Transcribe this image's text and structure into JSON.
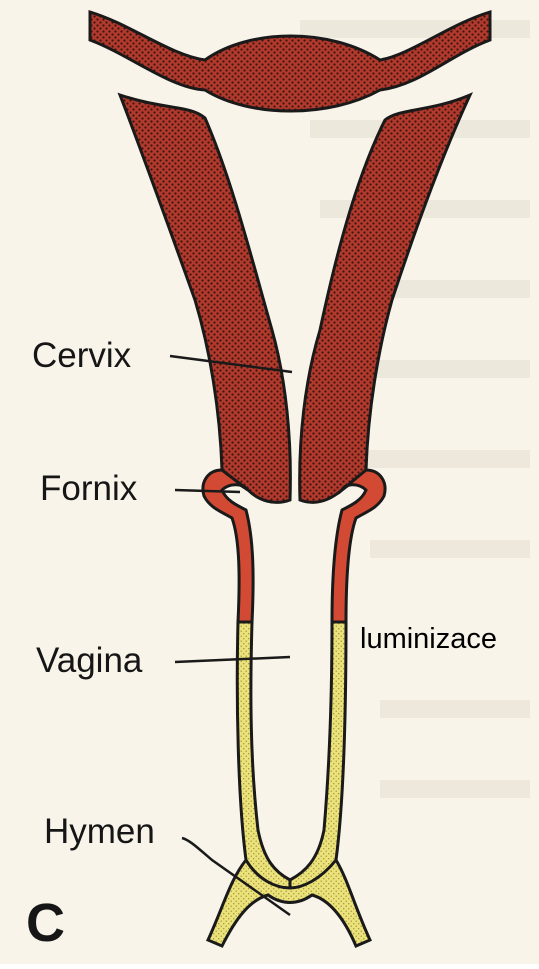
{
  "figure": {
    "panel_letter": "C",
    "labels": {
      "cervix": "Cervix",
      "fornix": "Fornix",
      "vagina": "Vagina",
      "hymen": "Hymen",
      "luminization": "luminizace"
    }
  },
  "colors": {
    "background": "#f8f4e9",
    "uterine_tissue": "#b23a2c",
    "upper_vagina_tissue": "#d24a33",
    "sinovaginal_tissue": "#ece27a",
    "outline": "#1a1a1a",
    "label_text": "#161616"
  }
}
